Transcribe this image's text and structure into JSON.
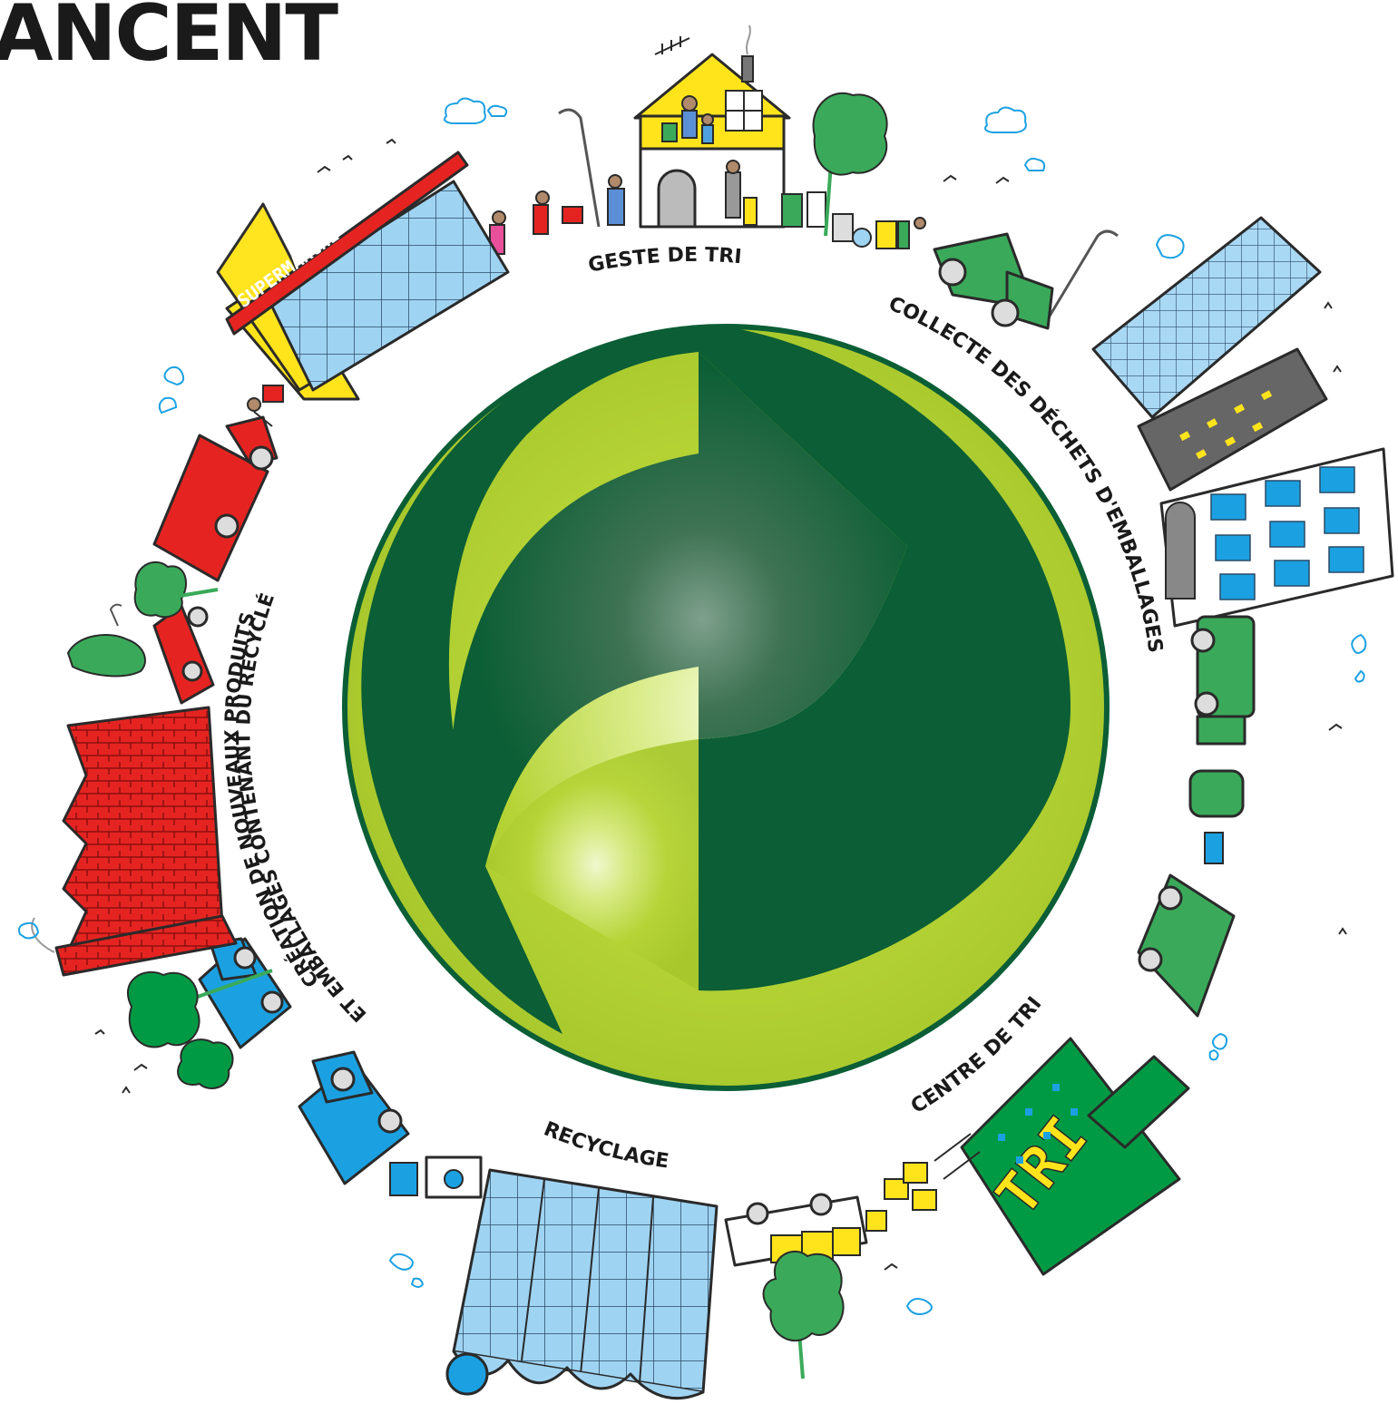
{
  "header": {
    "title": "ANCENT"
  },
  "stages": {
    "geste_de_tri": "GESTE DE TRI",
    "collecte": "COLLECTE DES DÉCHETS D'EMBALLAGES",
    "centre_de_tri": "CENTRE DE TRI",
    "recyclage": "RECYCLAGE",
    "creation_line1": "CRÉATION DE NOUVEAUX PRODUITS",
    "creation_line2": "ET EMBALLAGES CONTENANT DU RECYCLÉ"
  },
  "signs": {
    "supermarche": "SUPERMARCHÉ",
    "tri": "TRI"
  },
  "colors": {
    "light_green": "#b5d335",
    "dark_green": "#0b5e35",
    "red": "#e52421",
    "yellow": "#ffe41c",
    "glass_blue": "#9fd3f2",
    "truck_green": "#3aaa5a",
    "truck_blue": "#1ba1e2"
  },
  "icons": [
    "recycling-loop-logo",
    "house-icon",
    "supermarket-icon",
    "garbage-truck-icon",
    "tree-icon",
    "factory-icon",
    "sorting-center-icon",
    "cloud-icon",
    "bird-icon"
  ]
}
